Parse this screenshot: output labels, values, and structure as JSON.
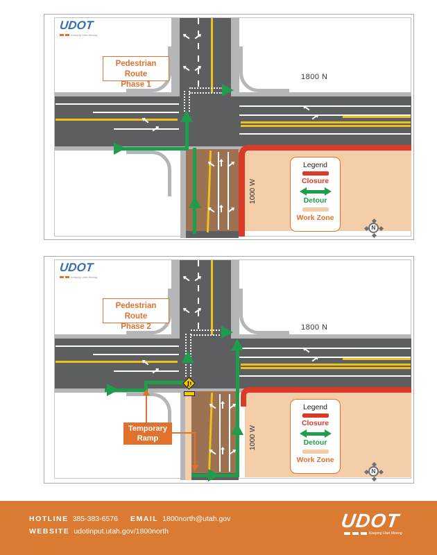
{
  "brand": {
    "name": "UDOT",
    "tagline": "Keeping Utah Moving"
  },
  "panel1": {
    "title_line1": "Pedestrian Route",
    "title_line2": "Phase 1"
  },
  "panel2": {
    "title_line1": "Pedestrian Route",
    "title_line2": "Phase 2",
    "callout": "Temporary Ramp"
  },
  "roads": {
    "horizontal_label": "1800 N",
    "vertical_label": "1000 W"
  },
  "legend": {
    "title": "Legend",
    "closure_label": "Closure",
    "detour_label": "Detour",
    "work_zone_label": "Work Zone"
  },
  "compass": {
    "label": "N"
  },
  "footer": {
    "hotline_label": "HOTLINE",
    "hotline_value": "385-383-6576",
    "email_label": "EMAIL",
    "email_value": "1800north@utah.gov",
    "website_label": "WEBSITE",
    "website_value": "udotinput.utah.gov/1800north"
  },
  "colors": {
    "closure_red": "#dc3a28",
    "detour_green": "#1f9c4c",
    "work_zone_peach": "#f4cda9",
    "work_zone_road_brown": "#9d7252",
    "accent_orange": "#e0722e",
    "footer_orange": "#db7a33",
    "udot_blue": "#3a6fb0",
    "road_gray": "#5d5e60",
    "sidewalk_gray": "#b5b6b8"
  }
}
